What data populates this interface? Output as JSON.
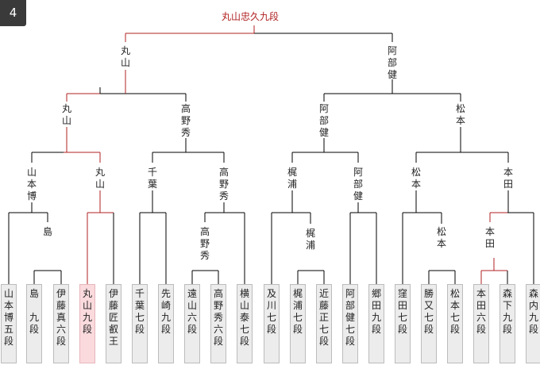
{
  "round_badge": "4",
  "champion": "丸山忠久九段",
  "colors": {
    "line": "#000000",
    "win_line": "#b02020",
    "card_bg": "#ececec",
    "card_highlight": "#fadadd"
  },
  "players": [
    "山本博五段",
    "島　九段",
    "伊藤真六段",
    "丸山九段",
    "伊藤匠叡王",
    "千葉七段",
    "先崎九段",
    "遠山六段",
    "高野秀六段",
    "横山泰七段",
    "及川七段",
    "梶浦七段",
    "近藤正七段",
    "阿部健七段",
    "郷田九段",
    "窪田七段",
    "勝又七段",
    "松本七段",
    "本田六段",
    "森下九段",
    "森内九段"
  ],
  "highlighted_player_index": 3,
  "winners": {
    "r0": [
      "島",
      "高野秀",
      "梶浦",
      "松本",
      "本田"
    ],
    "r1": [
      "山本博",
      "丸山",
      "千葉",
      "高野秀",
      "梶浦",
      "阿部健",
      "松本",
      "本田"
    ],
    "r2": [
      "丸山",
      "高野秀",
      "阿部健",
      "松本"
    ],
    "r3": [
      "丸山",
      "阿部健"
    ]
  }
}
